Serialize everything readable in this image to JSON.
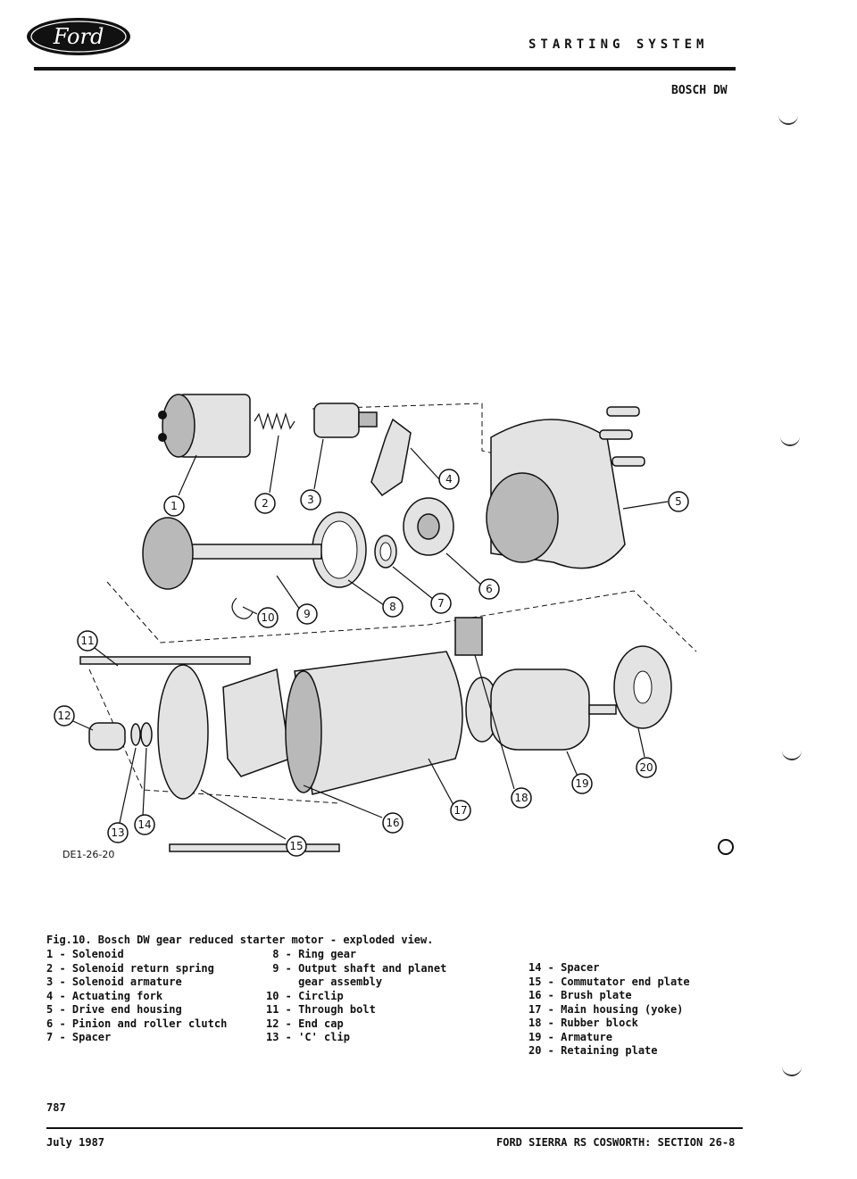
{
  "header": {
    "logo_text": "Ford",
    "section_title": "STARTING SYSTEM",
    "subsection": "BOSCH DW"
  },
  "figure": {
    "code": "DE1-26-20",
    "caption": "Fig.10. Bosch DW gear reduced starter motor - exploded view.",
    "labels": [
      "1",
      "2",
      "3",
      "4",
      "5",
      "6",
      "7",
      "8",
      "9",
      "10",
      "11",
      "12",
      "13",
      "14",
      "15",
      "16",
      "17",
      "18",
      "19",
      "20"
    ]
  },
  "legend": {
    "col1": [
      "1 - Solenoid",
      "2 - Solenoid return spring",
      "3 - Solenoid armature",
      "4 - Actuating fork",
      "5 - Drive end housing",
      "6 - Pinion and roller clutch",
      "7 - Spacer"
    ],
    "col2": [
      " 8 - Ring gear",
      " 9 - Output shaft and planet",
      "     gear assembly",
      "10 - Circlip",
      "11 - Through bolt",
      "12 - End cap",
      "13 - 'C' clip"
    ],
    "col3": [
      "14 - Spacer",
      "15 - Commutator end plate",
      "16 - Brush plate",
      "17 - Main housing (yoke)",
      "18 - Rubber block",
      "19 - Armature",
      "20 - Retaining plate"
    ]
  },
  "footer": {
    "page_number": "787",
    "date": "July 1987",
    "reference": "FORD SIERRA RS COSWORTH: SECTION 26-8"
  }
}
